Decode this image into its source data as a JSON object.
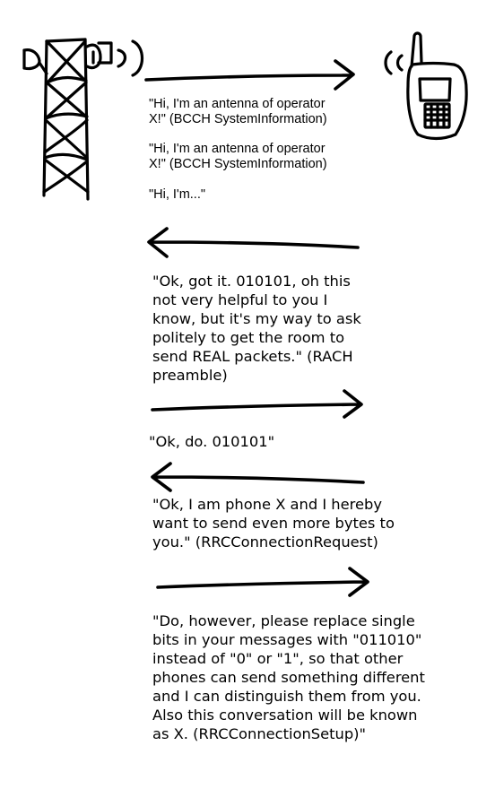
{
  "messages": {
    "bcch_1": "\"Hi, I'm an antenna of operator\nX!\" (BCCH SystemInformation)",
    "bcch_2": "\"Hi, I'm an antenna of operator\nX!\" (BCCH SystemInformation)",
    "bcch_3": "\"Hi, I'm...\"",
    "rach_preamble": "\"Ok, got it. 010101, oh this\nnot very helpful to you I\nknow, but it's my way to ask\npolitely to get the room to\nsend REAL packets.\" (RACH\npreamble)",
    "rach_response": "\"Ok, do. 010101\"",
    "rrc_request": "\"Ok, I am phone X and I hereby\nwant to send even more bytes to\nyou.\" (RRCConnectionRequest)",
    "rrc_setup": "\"Do, however, please replace single\nbits in your messages with \"011010\"\ninstead of \"0\" or \"1\", so that other\nphones can send something different\nand I can distinguish them from you.\nAlso this conversation will be known\nas X. (RRCConnectionSetup)\""
  },
  "icons": {
    "tower": "antenna-tower-icon",
    "phone": "mobile-phone-icon"
  },
  "colors": {
    "ink": "#000000",
    "background": "#ffffff"
  }
}
